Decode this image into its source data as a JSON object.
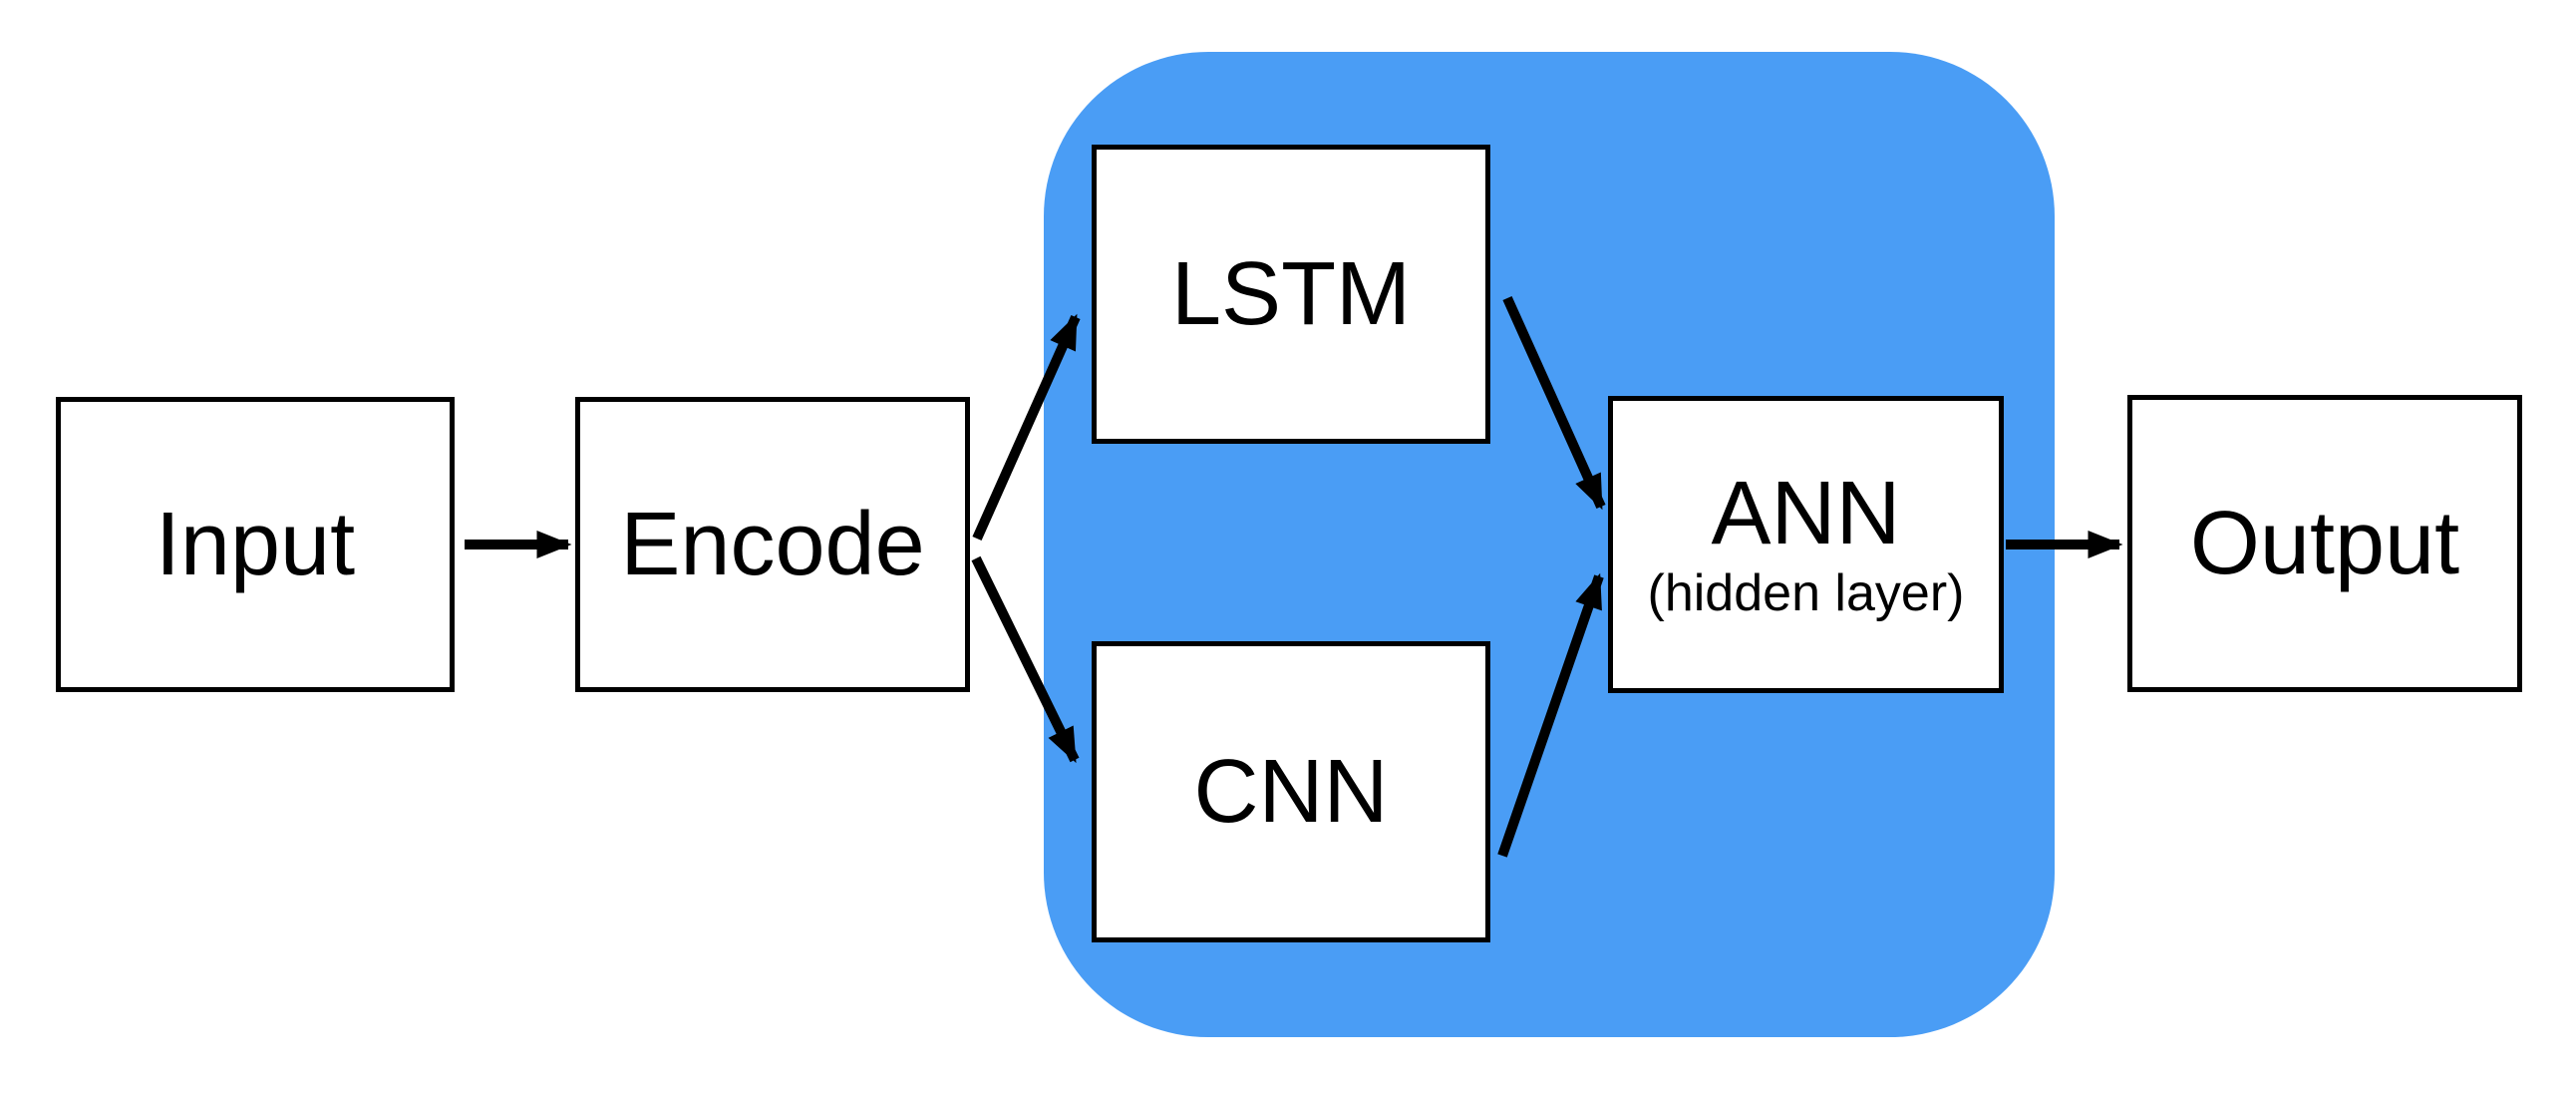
{
  "diagram": {
    "nodes": {
      "input": {
        "label": "Input"
      },
      "encode": {
        "label": "Encode"
      },
      "lstm": {
        "label": "LSTM"
      },
      "cnn": {
        "label": "CNN"
      },
      "ann": {
        "label": "ANN",
        "sublabel": "(hidden layer)"
      },
      "output": {
        "label": "Output"
      }
    },
    "edges": [
      {
        "from": "input",
        "to": "encode"
      },
      {
        "from": "encode",
        "to": "lstm"
      },
      {
        "from": "encode",
        "to": "cnn"
      },
      {
        "from": "lstm",
        "to": "ann"
      },
      {
        "from": "cnn",
        "to": "ann"
      },
      {
        "from": "ann",
        "to": "output"
      }
    ],
    "colors": {
      "group_fill": "#4A9DF5",
      "node_fill": "#FFFFFF",
      "stroke": "#000000",
      "background": "#FFFFFF"
    }
  }
}
